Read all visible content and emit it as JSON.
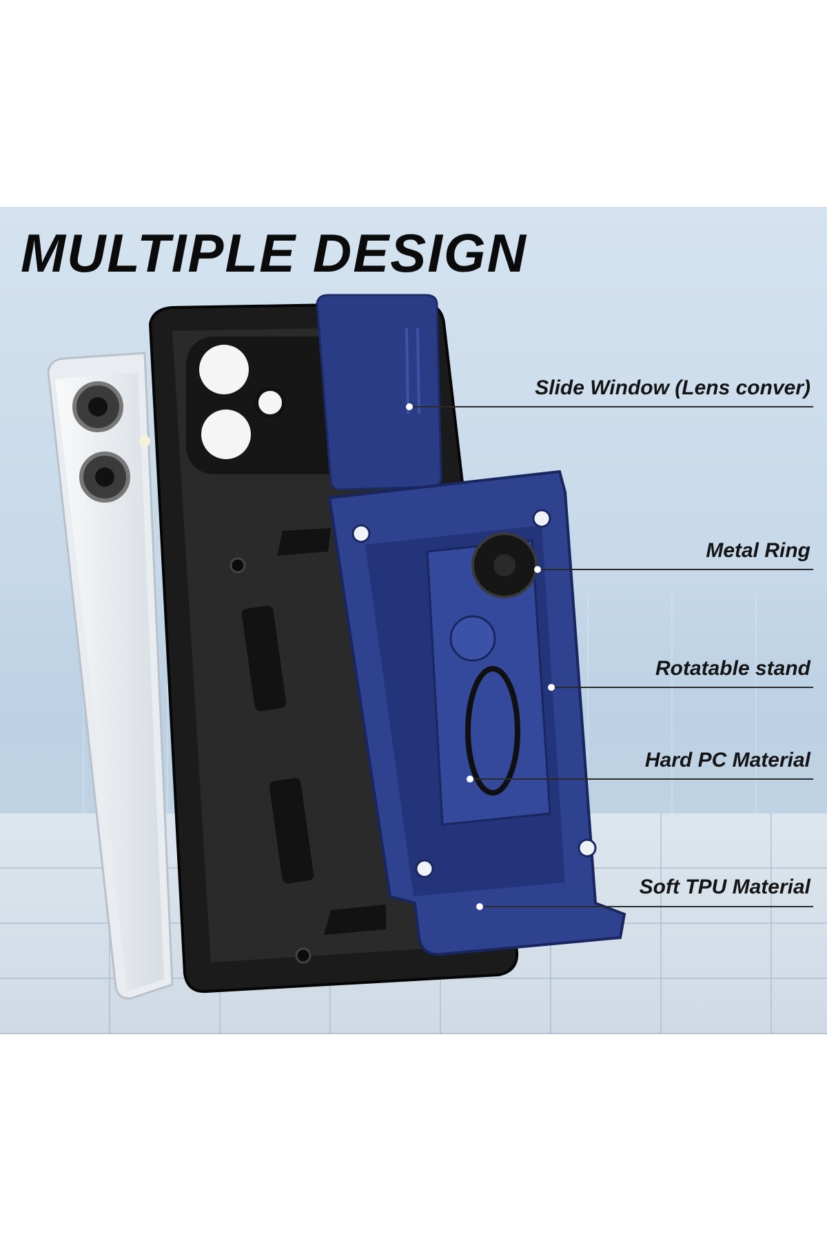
{
  "headline": {
    "part1": "MULTIPLE",
    "part2": "DESIGN"
  },
  "colors": {
    "accent": "#1f9ee0",
    "case_blue": "#2a3c86",
    "case_black": "#1a1a1a",
    "phone_silver": "#e6eaee"
  },
  "callouts": [
    {
      "label": "Slide Window (Lens conver)"
    },
    {
      "label": "Metal Ring"
    },
    {
      "label": "Rotatable stand"
    },
    {
      "label": "Hard PC Material"
    },
    {
      "label": "Soft TPU Material"
    }
  ]
}
